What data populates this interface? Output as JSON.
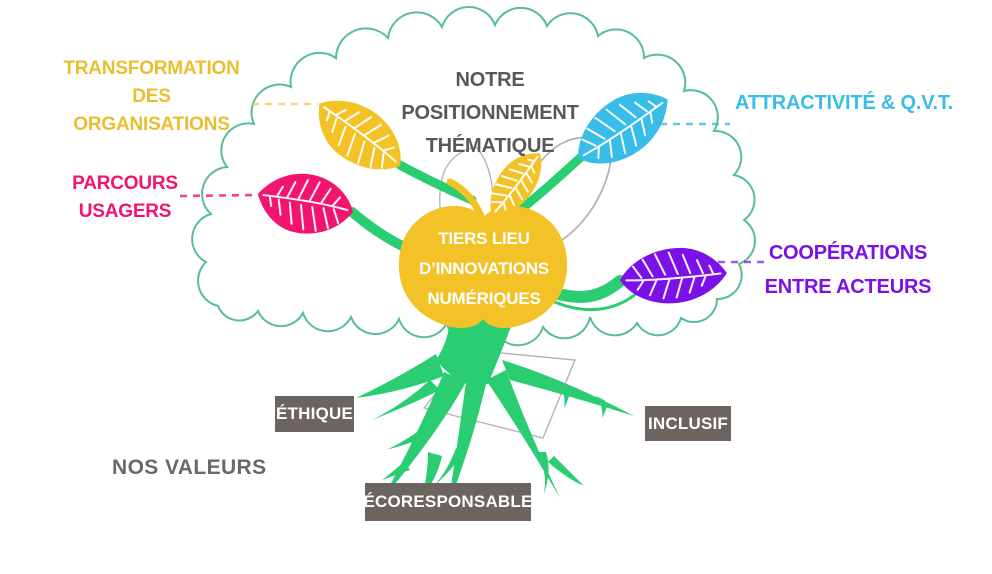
{
  "title": {
    "line1": "NOTRE POSITIONNEMENT",
    "line2": "THÉMATIQUE"
  },
  "center_apple": {
    "line1": "TIERS LIEU",
    "line2": "D’INNOVATIONS",
    "line3": "NUMÉRIQUES"
  },
  "themes": [
    {
      "name": "transformation-des-organisations",
      "line1": "TRANSFORMATION DES",
      "line2": "ORGANISATIONS",
      "color": "#E9BE2F"
    },
    {
      "name": "parcours-usagers",
      "line1": "PARCOURS",
      "line2": "USAGERS",
      "color": "#F2146E"
    },
    {
      "name": "attractivite-qvt",
      "line1": "ATTRACTIVITÉ & Q.V.T.",
      "color": "#38BDE8"
    },
    {
      "name": "cooperations-entre-acteurs",
      "line1": "COOPÉRATIONS",
      "line2": "ENTRE ACTEURS",
      "color": "#7B11E8"
    }
  ],
  "values": {
    "heading": "NOS VALEURS",
    "items": [
      "ÉTHIQUE",
      "INCLUSIF",
      "ÉCORESPONSABLE"
    ]
  },
  "colors": {
    "yellow": "#F2C226",
    "yellow_text": "#E9BE2F",
    "pink": "#F2146E",
    "cyan": "#38BDE8",
    "purple": "#7B11E8",
    "green": "#2BCD73",
    "crown": "#57BE92",
    "title_gray": "#58585A",
    "values_gray": "#696969",
    "box_bg": "#6B6461",
    "sketch_gray": "#B3B3B3",
    "vein_white": "#FFFFFF"
  }
}
